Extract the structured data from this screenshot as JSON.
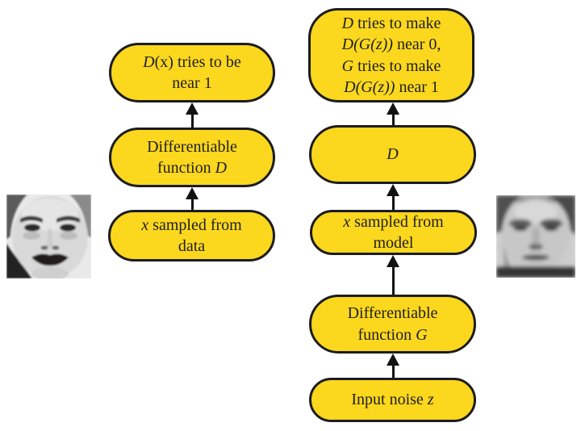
{
  "diagram": {
    "title": "GAN training flow diagram",
    "colors": {
      "background": "#ffffff",
      "node_fill": "#fbd71e",
      "node_border": "#1c1c1c",
      "arrow": "#121212",
      "text": "#1f1f1f"
    }
  },
  "nodes": {
    "d_real_objective": {
      "lines": [
        [
          {
            "t": "D",
            "i": true
          },
          {
            "t": "(x) tries to be"
          }
        ],
        [
          {
            "t": "near 1"
          }
        ]
      ]
    },
    "d_function_real": {
      "lines": [
        [
          {
            "t": "Differentiable"
          }
        ],
        [
          {
            "t": "function "
          },
          {
            "t": "D",
            "i": true
          }
        ]
      ]
    },
    "x_from_data": {
      "lines": [
        [
          {
            "t": "x",
            "i": true
          },
          {
            "t": " sampled from"
          }
        ],
        [
          {
            "t": "data"
          }
        ]
      ]
    },
    "gan_objectives": {
      "lines": [
        [
          {
            "t": "D",
            "i": true
          },
          {
            "t": " tries to make"
          }
        ],
        [
          {
            "t": "D(G(z))",
            "i": true
          },
          {
            "t": " near 0,"
          }
        ],
        [
          {
            "t": "G",
            "i": true
          },
          {
            "t": " tries to make"
          }
        ],
        [
          {
            "t": "D(G(z))",
            "i": true
          },
          {
            "t": " near 1"
          }
        ]
      ]
    },
    "d_function_model": {
      "lines": [
        [
          {
            "t": "D",
            "i": true
          }
        ]
      ]
    },
    "x_from_model": {
      "lines": [
        [
          {
            "t": "x",
            "i": true
          },
          {
            "t": " sampled from"
          }
        ],
        [
          {
            "t": "model"
          }
        ]
      ]
    },
    "g_function": {
      "lines": [
        [
          {
            "t": "Differentiable"
          }
        ],
        [
          {
            "t": "function "
          },
          {
            "t": "G",
            "i": true
          }
        ]
      ]
    },
    "input_noise": {
      "lines": [
        [
          {
            "t": "Input noise "
          },
          {
            "t": "z",
            "i": true
          }
        ]
      ]
    }
  },
  "images": {
    "left": {
      "name": "real-face-photo"
    },
    "right": {
      "name": "generated-face-photo"
    }
  }
}
